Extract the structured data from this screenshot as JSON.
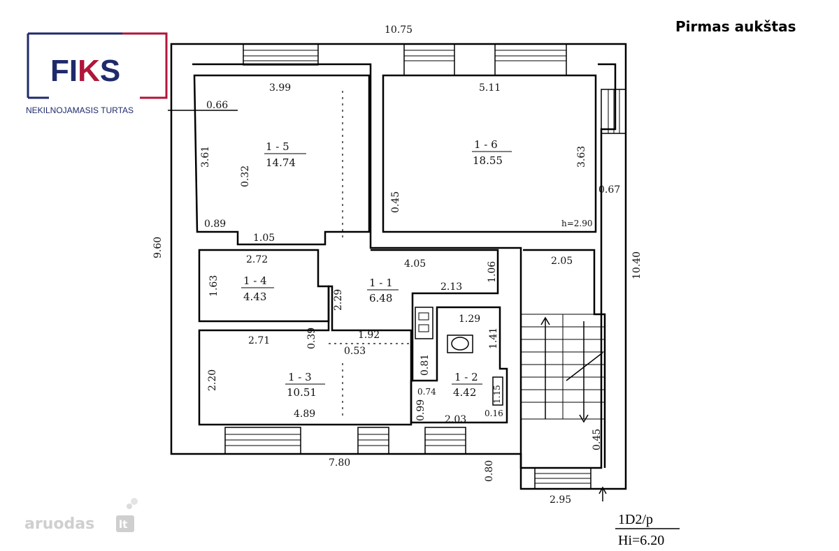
{
  "title": "Pirmas aukštas",
  "logo": {
    "text_part1": "FI",
    "text_part2": "K",
    "text_part3": "S",
    "subtitle": "NEKILNOJAMASIS TURTAS",
    "brand_blue": "#1f2a6b",
    "brand_red": "#b0153a"
  },
  "watermark": {
    "text": "aruodas",
    "suffix": "lt"
  },
  "stamp": {
    "line1": "1D2/p",
    "line2": "Hi=6.20"
  },
  "rooms": [
    {
      "id": "1 - 5",
      "area": "14.74"
    },
    {
      "id": "1 - 6",
      "area": "18.55"
    },
    {
      "id": "1 - 4",
      "area": "4.43"
    },
    {
      "id": "1 - 1",
      "area": "6.48"
    },
    {
      "id": "1 - 3",
      "area": "10.51"
    },
    {
      "id": "1 - 2",
      "area": "4.42"
    }
  ],
  "dimensions": {
    "top_total": "10.75",
    "left_total": "9.60",
    "right_total": "10.40",
    "bottom_left": "7.80",
    "bottom_right": "2.95",
    "r5_top": "3.99",
    "r5_offset": "0.66",
    "r5_height": "3.61",
    "r5_inner": "0.32",
    "r5_bottom_left": "0.89",
    "r5_bottom_mid": "1.05",
    "r6_top": "5.11",
    "r6_height": "3.63",
    "r6_left": "0.45",
    "r6_right_out": "0.67",
    "ceiling_h": "h=2.90",
    "r4_top": "2.72",
    "r4_height": "1.63",
    "r1_top": "4.05",
    "r1_left": "2.29",
    "r1_right": "2.13",
    "r1_door": "1.06",
    "stair_top": "2.05",
    "r3_top": "2.71",
    "r3_corner": "0.39",
    "r3_height": "2.20",
    "r3_bottom": "4.89",
    "hall_mid": "1.92",
    "hall_low": "0.53",
    "r2_top": "1.29",
    "r2_right": "1.41",
    "r2_step": "0.81",
    "r2_small": "0.74",
    "r2_left": "0.99",
    "r2_bottom": "2.03",
    "r2_niche": "1.15",
    "r2_niche_w": "0.16",
    "stair_landing": "0.45",
    "entry_depth": "0.80"
  }
}
